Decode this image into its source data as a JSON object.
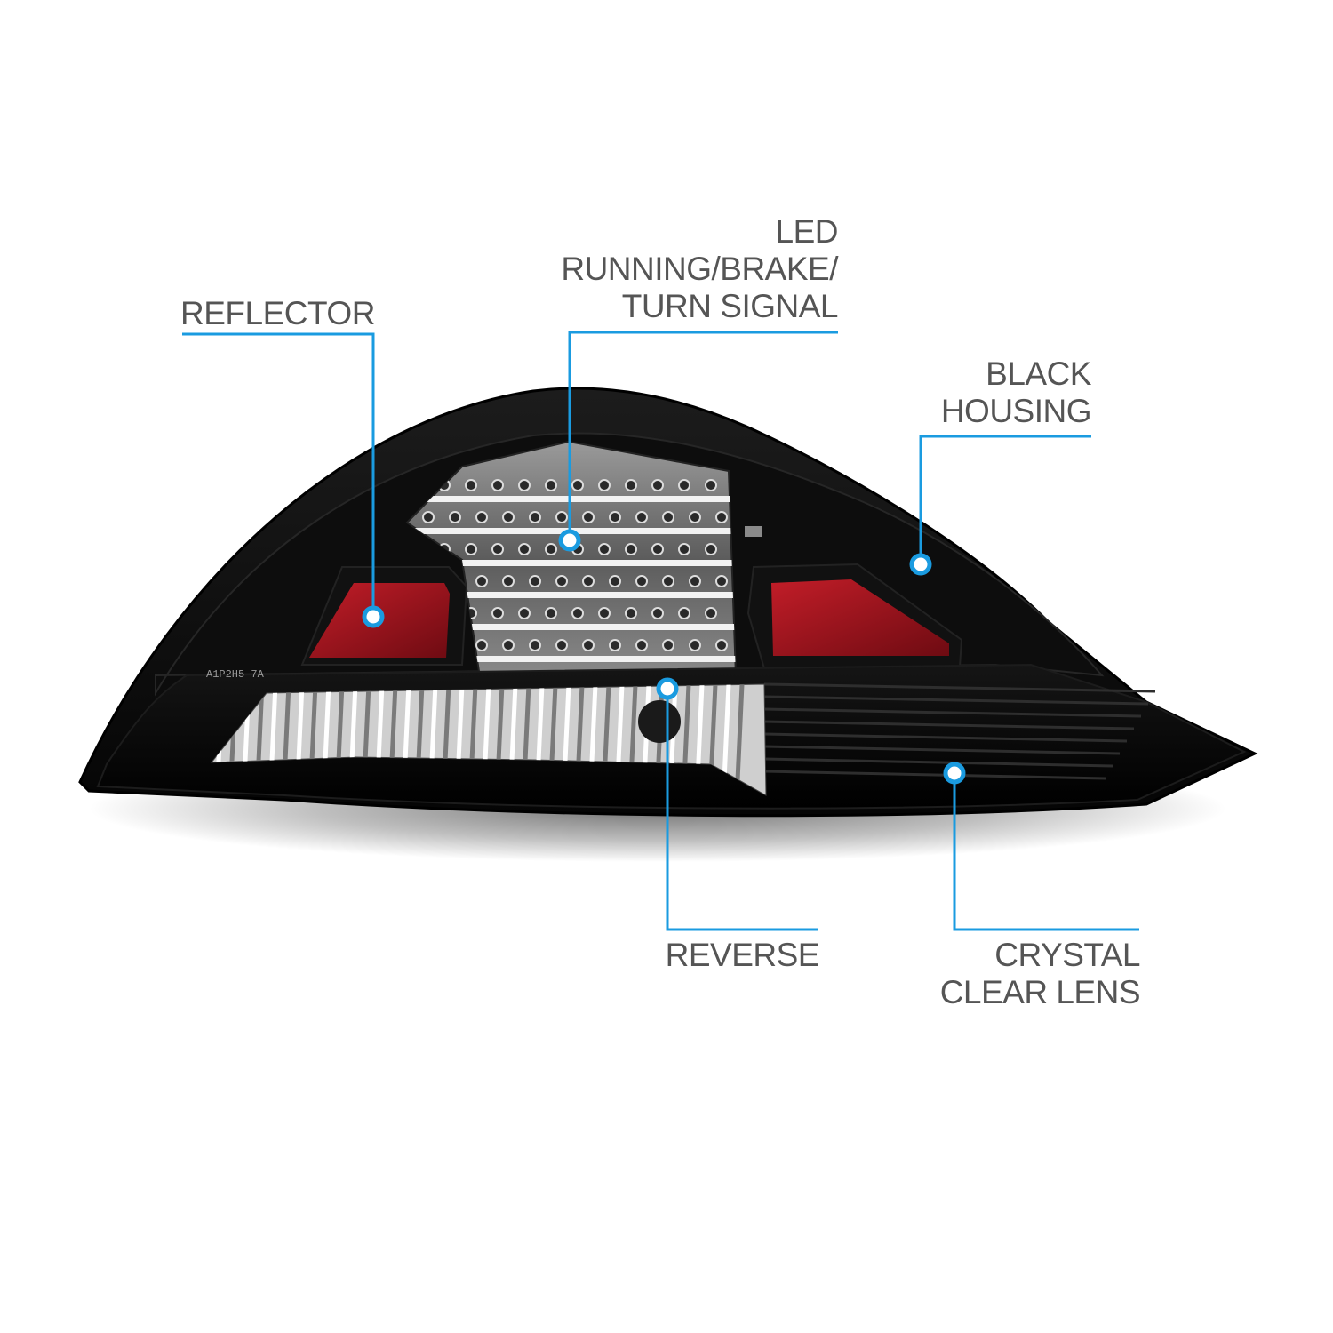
{
  "accent_color": "#1a9be0",
  "text_color": "#555555",
  "callouts": {
    "reflector": {
      "lines": [
        "REFLECTOR"
      ]
    },
    "led": {
      "lines": [
        "LED",
        "RUNNING/BRAKE/",
        "TURN SIGNAL"
      ]
    },
    "black_housing": {
      "lines": [
        "BLACK",
        "HOUSING"
      ]
    },
    "reverse": {
      "lines": [
        "REVERSE"
      ]
    },
    "crystal_lens": {
      "lines": [
        "CRYSTAL",
        "CLEAR LENS"
      ]
    }
  },
  "product": {
    "housing_color": "#0a0a0a",
    "reflector_color": "#a0141e",
    "lens_marking": "A1P2H5 7A"
  }
}
